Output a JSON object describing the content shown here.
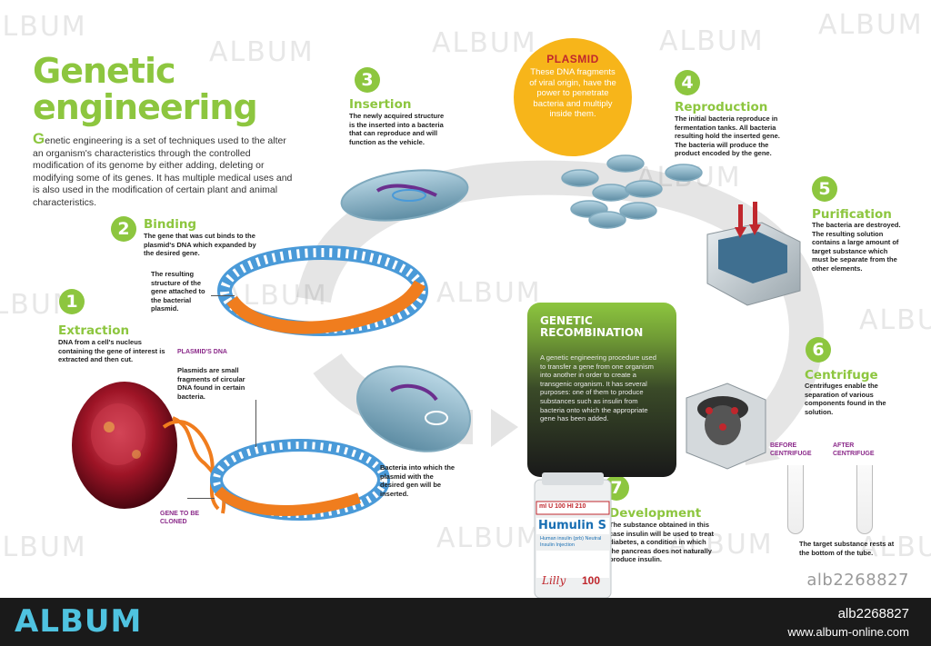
{
  "title": "Genetic engineering",
  "intro": {
    "drop_cap": "G",
    "text": "enetic engineering is a set of techniques used to the alter an organism's characteristics through the controlled modification of its genome by either adding, deleting or modifying some of its genes. It has multiple medical uses and is also used in the modification of certain plant and animal characteristics."
  },
  "steps": [
    {
      "num": "1",
      "title": "Extraction",
      "text": "DNA from a cell's nucleus containing the gene of interest is extracted and then cut."
    },
    {
      "num": "2",
      "title": "Binding",
      "text": "The gene that was cut binds to the plasmid's DNA  which expanded by the desired gene."
    },
    {
      "num": "3",
      "title": "Insertion",
      "text": "The newly acquired structure is the inserted into a bacteria that can reproduce and will function as the vehicle."
    },
    {
      "num": "4",
      "title": "Reproduction",
      "text": "The initial bacteria reproduce in fermentation tanks. All bacteria resulting hold the inserted gene. The bacteria will produce the product encoded by the gene."
    },
    {
      "num": "5",
      "title": "Purification",
      "text": "The bacteria are destroyed. The resulting solution contains a large amount of target substance which must be separate from the other elements."
    },
    {
      "num": "6",
      "title": "Centrifuge",
      "text": "Centrifuges enable the separation of various components found in the solution."
    },
    {
      "num": "7",
      "title": "Development",
      "text": "The substance obtained in this case insulin will be used to treat diabetes, a condition in which the pancreas does not naturally produce insulin."
    }
  ],
  "annotations": {
    "resulting_structure": "The resulting structure of the gene attached to  the bacterial plasmid.",
    "plasmids_dna_title": "PLASMID'S DNA",
    "plasmids_dna_text": "Plasmids are small fragments of circular DNA found in certain bacteria.",
    "gene_to_be_cloned": "GENE TO BE CLONED",
    "bacteria_into": "Bacteria into which the plasmid with the desired gen will be inserted.",
    "before_centrifuge": "BEFORE CENTRIFUGE",
    "after_centrifuge": "AFTER CENTRIFUGE",
    "target_rests": "The target substance rests at the bottom of the tube."
  },
  "plasmid_box": {
    "heading": "PLASMID",
    "text": "These DNA fragments of viral origin, have the power to penetrate bacteria and multiply inside them."
  },
  "genetic_recombination": {
    "heading": "GENETIC RECOMBINATION",
    "text": "A genetic engineering procedure used to transfer a gene from one organism into another in order to create a transgenic organism. It has several purposes: one of them to produce substances such as insulin from bacteria onto which the appropriate gene has been added."
  },
  "vial": {
    "brand": "Humulin S",
    "small_text": "Human insulin (prb) Neutral Insulin Injection",
    "top_band": "ml  U 100  HI 210",
    "maker": "Lilly",
    "number": "100"
  },
  "watermark": {
    "word": "ALBUM",
    "id": "alb2268827"
  },
  "footer": {
    "logo": "ALBUM",
    "id": "alb2268827",
    "url": "www.album-online.com"
  },
  "colors": {
    "accent_green": "#8dc63f",
    "plasmid_orange": "#f7b51a",
    "plasmid_red": "#c0272d",
    "dna_blue": "#4a9ad8",
    "dna_orange": "#f07d1e",
    "label_purple": "#8b2a8a",
    "footer_logo": "#4fc3e0"
  }
}
